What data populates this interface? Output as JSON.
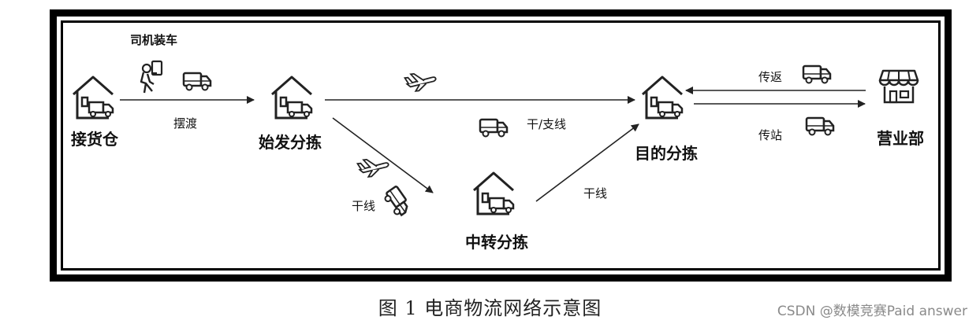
{
  "diagram": {
    "nodes": {
      "receiving_warehouse": "接货仓",
      "origin_sorting": "始发分拣",
      "transfer_sorting": "中转分拣",
      "destination_sorting": "目的分拣",
      "business_office": "营业部"
    },
    "edges": {
      "driver_loading": "司机装车",
      "ferry": "摆渡",
      "trunk_branch": "干/支线",
      "trunk_lower": "干线",
      "trunk_upper": "干线",
      "return": "传返",
      "to_station": "传站"
    }
  },
  "caption": "图 1  电商物流网络示意图",
  "watermark": "CSDN @数模竞赛Paid answer"
}
